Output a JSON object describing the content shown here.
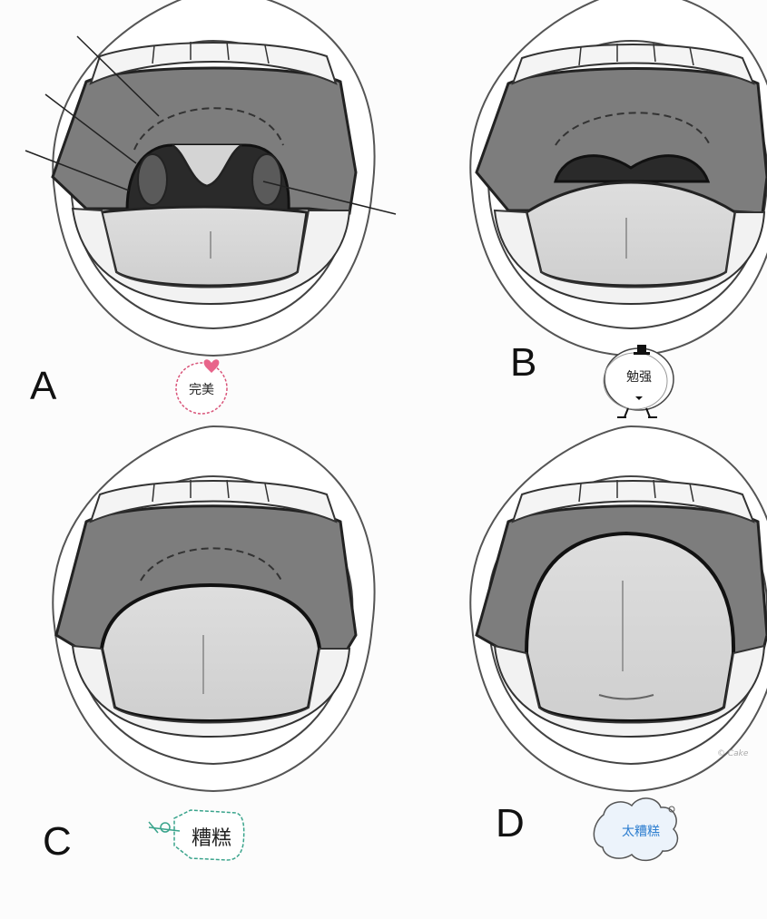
{
  "panels": [
    {
      "id": "A",
      "letter": "A",
      "rating": "完美",
      "badge_color": "#d9557a",
      "stage": 1
    },
    {
      "id": "B",
      "letter": "B",
      "rating": "勉强",
      "badge_color": "#333333",
      "stage": 2
    },
    {
      "id": "C",
      "letter": "C",
      "rating": "糟糕",
      "badge_color": "#3aa48c",
      "stage": 3
    },
    {
      "id": "D",
      "letter": "D",
      "rating": "太糟糕",
      "badge_color": "#2f7fd0",
      "stage": 4
    }
  ],
  "watermark": "© Cake"
}
